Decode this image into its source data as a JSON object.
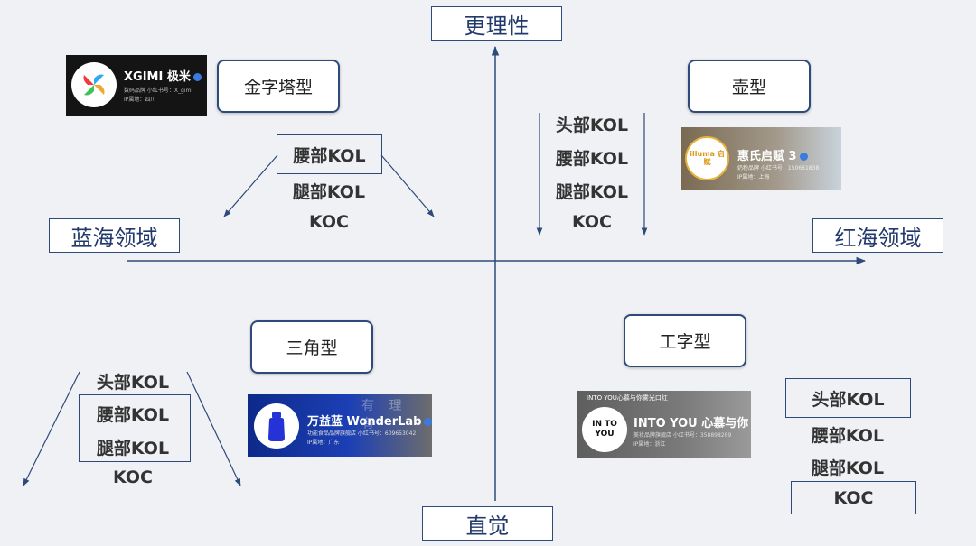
{
  "axes": {
    "top": "更理性",
    "bottom": "直觉",
    "left": "蓝海领域",
    "right": "红海领域"
  },
  "types": {
    "pyramid": "金字塔型",
    "pot": "壶型",
    "triangle": "三角型",
    "i_shape": "工字型"
  },
  "tiers": {
    "head": "头部KOL",
    "waist": "腰部KOL",
    "leg": "腿部KOL",
    "koc": "KOC"
  },
  "cards": {
    "xgimi": {
      "logo_icon": "xgimi-pinwheel-icon",
      "name": "XGIMI 极米",
      "line1": "数码品牌   小红书号：X_gimi",
      "line2": "IP属地：四川"
    },
    "illuma": {
      "logo_text": "illuma 启赋",
      "name": "惠氏启赋 3",
      "line1": "奶粉品牌   小红书号：150661838",
      "line2": "IP属地：上海"
    },
    "wonderlab": {
      "logo_icon": "bottle-icon",
      "name": "万益蓝 WonderLab",
      "line1": "功能食品品牌旗舰店   小红书号：609653042",
      "line2": "IP属地：广东",
      "bg_text": "有 理 有"
    },
    "intoyou": {
      "banner": "INTO YOU心慕与你雾光口红",
      "logo_text": "IN TO YOU",
      "name": "INTO YOU 心慕与你",
      "line1": "美妆品牌旗舰店   小红书号：358898289",
      "line2": "IP属地：浙江"
    }
  },
  "colors": {
    "axis": "#2e4a7a",
    "background": "#f0f1f5"
  }
}
